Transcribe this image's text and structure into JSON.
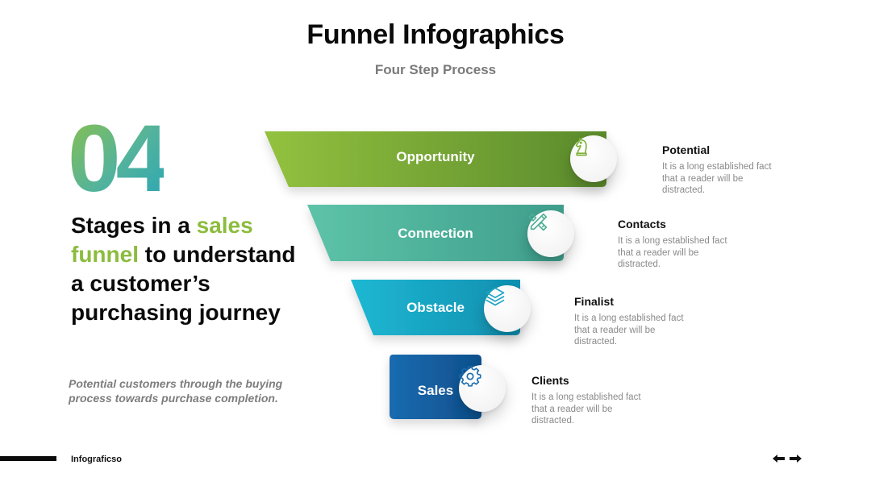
{
  "header": {
    "title": "Funnel Infographics",
    "subtitle": "Four Step Process"
  },
  "left": {
    "number": "04",
    "headline_pre": "Stages in a ",
    "headline_accent": "sales funnel",
    "headline_post": " to understand a customer’s purchasing journey",
    "note": "Potential customers through the buying process towards purchase completion."
  },
  "stages": [
    {
      "label": "Opportunity",
      "icon": "chess-knight-icon",
      "info_title": "Potential",
      "info_text": "It is a long established fact that a reader will be distracted.",
      "color_start": "#93c13f",
      "color_end": "#5a8a2c"
    },
    {
      "label": "Connection",
      "icon": "pencil-ruler-icon",
      "info_title": "Contacts",
      "info_text": "It is a long established fact that a reader will be distracted.",
      "color_start": "#5dc3a8",
      "color_end": "#3f9e8c"
    },
    {
      "label": "Obstacle",
      "icon": "layers-icon",
      "info_title": "Finalist",
      "info_text": "It is a long established fact that a reader will be distracted.",
      "color_start": "#1fb8d3",
      "color_end": "#0f8fb0"
    },
    {
      "label": "Sales",
      "icon": "gear-icon",
      "info_title": "Clients",
      "info_text": "It is a long established fact that a reader will be distracted.",
      "color_start": "#1a6bb0",
      "color_end": "#0e4f8c"
    }
  ],
  "footer": {
    "brand": "Infograficso",
    "prev_icon": "arrow-left-icon",
    "next_icon": "arrow-right-icon"
  }
}
